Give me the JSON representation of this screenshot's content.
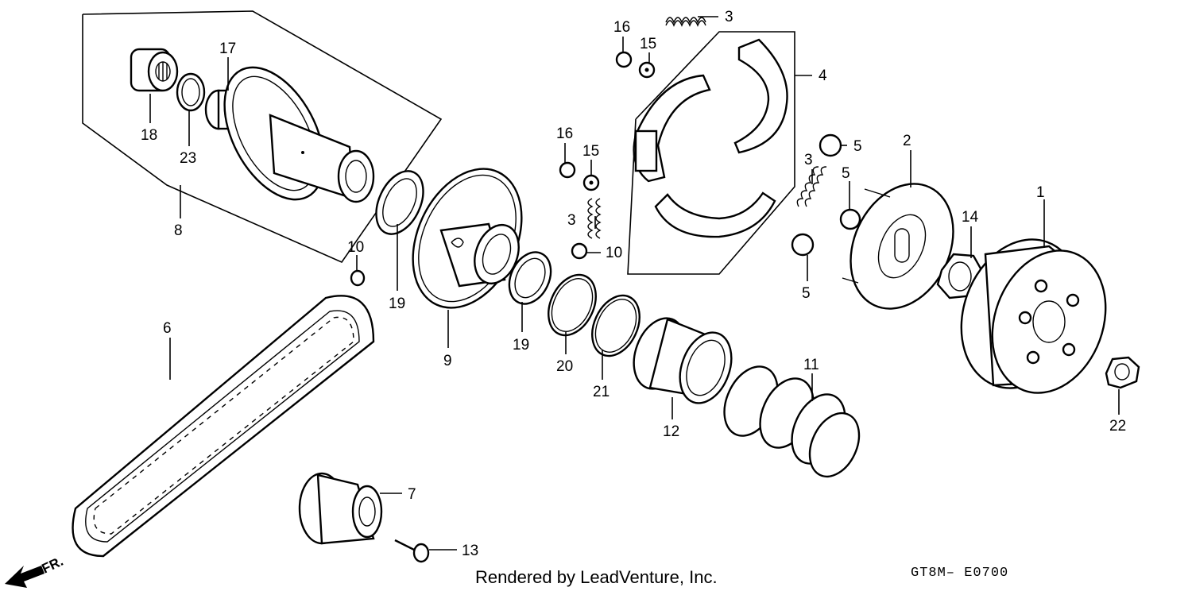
{
  "callouts": {
    "c1": "1",
    "c2": "2",
    "c3a": "3",
    "c3b": "3",
    "c3c": "3",
    "c4": "4",
    "c5a": "5",
    "c5b": "5",
    "c5c": "5",
    "c6": "6",
    "c7": "7",
    "c8": "8",
    "c9": "9",
    "c10a": "10",
    "c10b": "10",
    "c11": "11",
    "c12": "12",
    "c13": "13",
    "c14": "14",
    "c15a": "15",
    "c15b": "15",
    "c16a": "16",
    "c16b": "16",
    "c17": "17",
    "c18": "18",
    "c19a": "19",
    "c19b": "19",
    "c20": "20",
    "c21": "21",
    "c22": "22",
    "c23": "23"
  },
  "front_indicator": "FR.",
  "credit": "Rendered by LeadVenture, Inc.",
  "diagram_code": "GT8M– E0700"
}
